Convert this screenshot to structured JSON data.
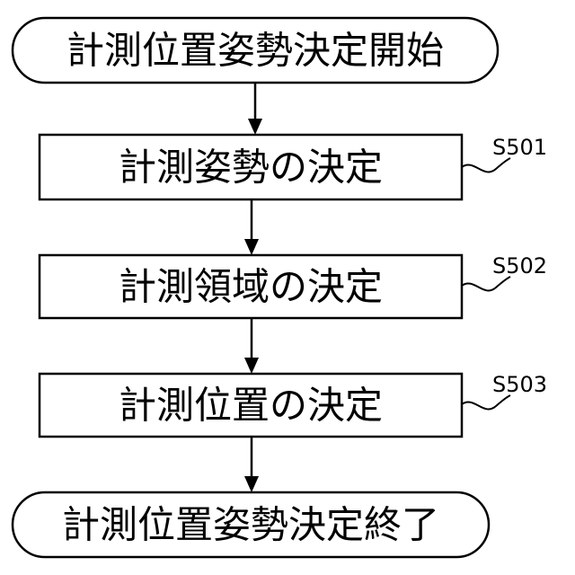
{
  "flowchart": {
    "start": {
      "label": "計測位置姿勢決定開始"
    },
    "steps": [
      {
        "id": "S501",
        "label": "計測姿勢の決定"
      },
      {
        "id": "S502",
        "label": "計測領域の決定"
      },
      {
        "id": "S503",
        "label": "計測位置の決定"
      }
    ],
    "end": {
      "label": "計測位置姿勢決定終了"
    }
  }
}
